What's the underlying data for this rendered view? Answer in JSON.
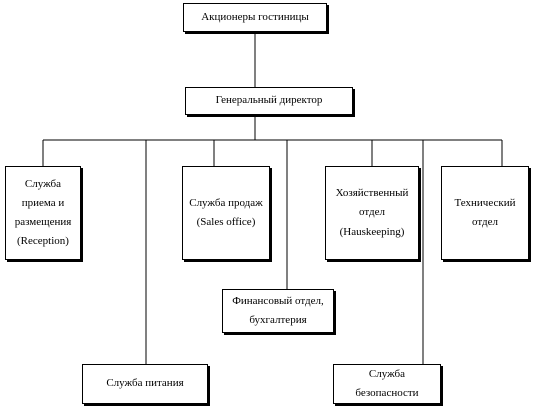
{
  "diagram": {
    "nodes": [
      {
        "id": "shareholders",
        "label": "Акционеры гостиницы"
      },
      {
        "id": "general-director",
        "label": "Генеральный директор"
      },
      {
        "id": "reception",
        "label": "Служба\nприема и\nразмещения\n(Reception)"
      },
      {
        "id": "sales",
        "label": "Служба продаж\n(Sales office)"
      },
      {
        "id": "housekeeping",
        "label": "Хозяйственный\nотдел\n(Hauskeeping)"
      },
      {
        "id": "technical",
        "label": "Технический\nотдел"
      },
      {
        "id": "finance",
        "label": "Финансовый отдел,\nбухгалтерия"
      },
      {
        "id": "catering",
        "label": "Служба питания"
      },
      {
        "id": "security",
        "label": "Служба\nбезопасности"
      }
    ],
    "edges": [
      {
        "from": "shareholders",
        "to": "general-director"
      },
      {
        "from": "general-director",
        "to": "reception"
      },
      {
        "from": "general-director",
        "to": "catering"
      },
      {
        "from": "general-director",
        "to": "sales"
      },
      {
        "from": "general-director",
        "to": "finance"
      },
      {
        "from": "general-director",
        "to": "housekeeping"
      },
      {
        "from": "general-director",
        "to": "security"
      },
      {
        "from": "general-director",
        "to": "technical"
      }
    ]
  }
}
